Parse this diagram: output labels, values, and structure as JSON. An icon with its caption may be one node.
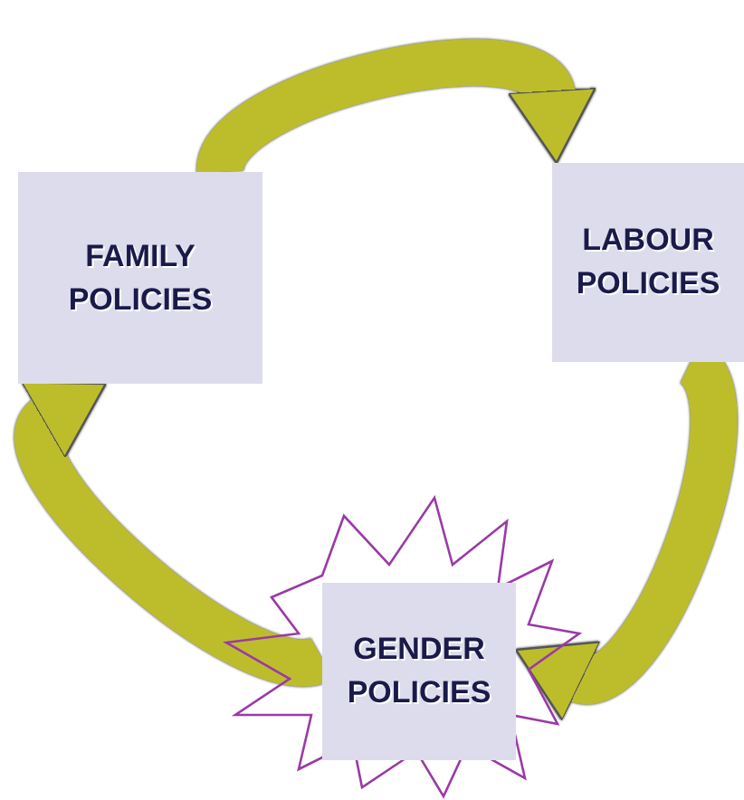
{
  "diagram": {
    "nodes": [
      {
        "text": [
          "FAMILY POLICIES"
        ]
      },
      {
        "text": [
          "LABOUR POLICIES"
        ]
      },
      {
        "text": [
          "GENDER POLICIES"
        ]
      }
    ],
    "edges": [
      {
        "from": 0,
        "to": 1,
        "arrow": "to"
      },
      {
        "from": 1,
        "to": 2,
        "arrow": "to"
      },
      {
        "from": 2,
        "to": 0,
        "arrow": "to"
      }
    ]
  }
}
